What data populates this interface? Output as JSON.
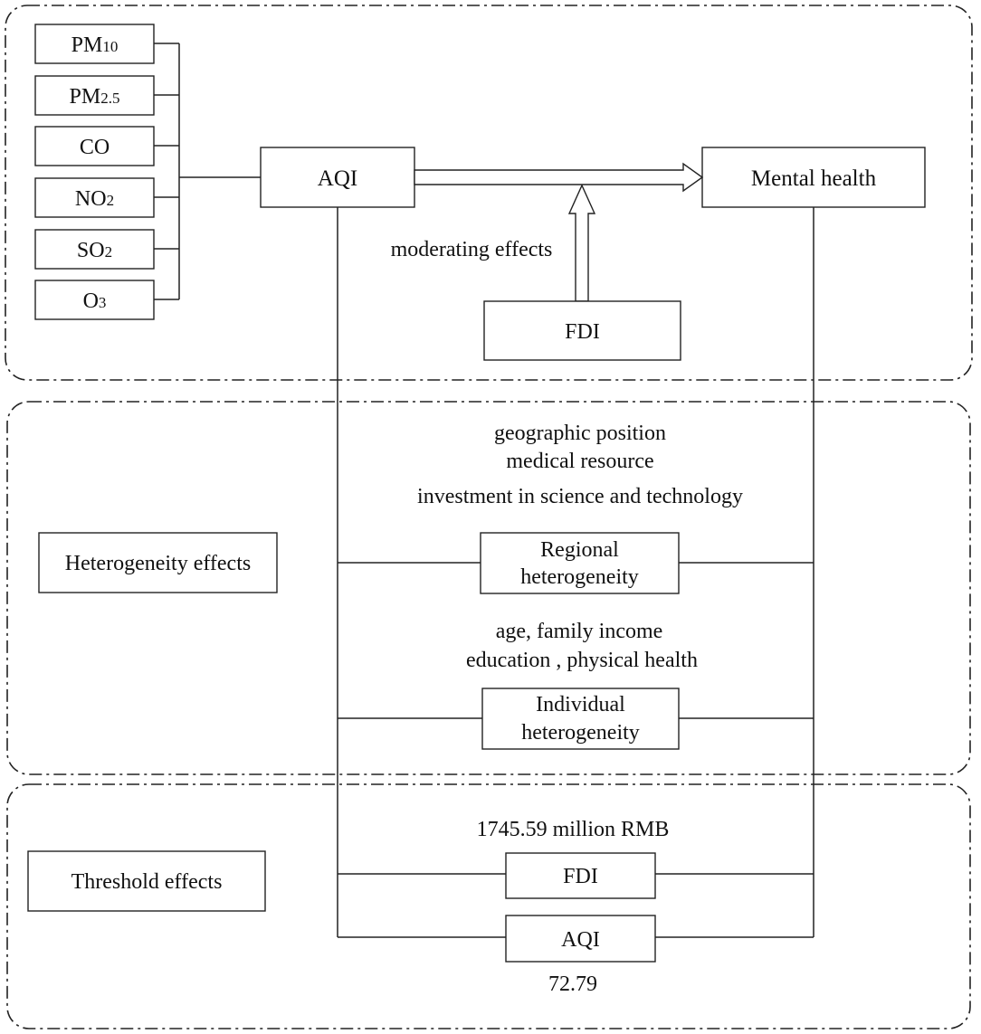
{
  "pollutants": [
    {
      "main": "PM",
      "sub": "10"
    },
    {
      "main": "PM",
      "sub": "2.5"
    },
    {
      "main": "CO",
      "sub": ""
    },
    {
      "main": "NO",
      "sub": "2"
    },
    {
      "main": "SO",
      "sub": "2"
    },
    {
      "main": "O",
      "sub": "3"
    }
  ],
  "top_section": {
    "aqi_label": "AQI",
    "mental_health_label": "Mental health",
    "moderating_label": "moderating effects",
    "fdi_label": "FDI"
  },
  "heterogeneity_section": {
    "title": "Heterogeneity effects",
    "regional_factors": [
      "geographic position",
      "medical resource",
      "investment in science and technology"
    ],
    "regional_box": [
      "Regional",
      "heterogeneity"
    ],
    "individual_factors": [
      "age, family income",
      "education , physical health"
    ],
    "individual_box": [
      "Individual",
      "heterogeneity"
    ]
  },
  "threshold_section": {
    "title": "Threshold effects",
    "fdi_threshold": "1745.59 million RMB",
    "fdi_label": "FDI",
    "aqi_label": "AQI",
    "aqi_threshold": "72.79"
  }
}
